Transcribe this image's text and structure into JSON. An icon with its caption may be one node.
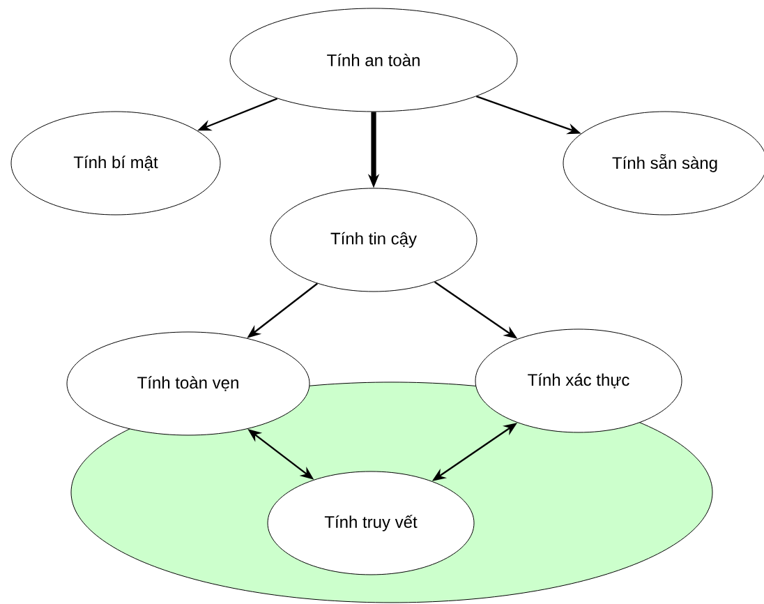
{
  "diagram": {
    "nodes": [
      {
        "text": [
          "Tính an toàn"
        ]
      },
      {
        "text": [
          "Tính bí mật"
        ]
      },
      {
        "text": [
          "Tính sẵn sàng"
        ]
      },
      {
        "text": [
          "Tính tin cậy"
        ]
      },
      {
        "text": [
          "Tính toàn vẹn"
        ]
      },
      {
        "text": [
          "Tính xác thực"
        ]
      },
      {
        "text": [],
        "shape": "ellipse"
      },
      {
        "text": [
          "Tính truy vết"
        ],
        "in": 6
      }
    ],
    "edges": [
      {
        "from": 0,
        "to": 1,
        "arrow": "to"
      },
      {
        "from": 0,
        "to": 2,
        "arrow": "to"
      },
      {
        "from": 0,
        "to": 3,
        "arrow": "to",
        "style": "thick"
      },
      {
        "from": 3,
        "to": 4,
        "arrow": "to"
      },
      {
        "from": 3,
        "to": 5,
        "arrow": "to"
      },
      {
        "from": 4,
        "to": 7,
        "arrow": "both"
      },
      {
        "from": 5,
        "to": 7,
        "arrow": "both"
      }
    ]
  }
}
